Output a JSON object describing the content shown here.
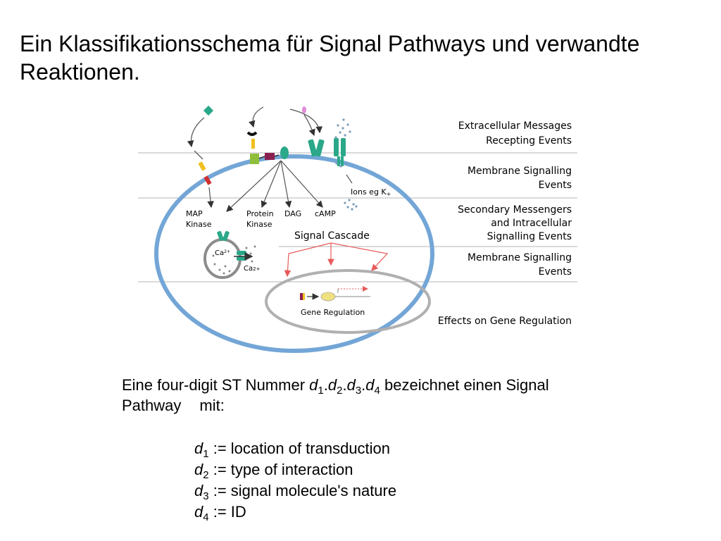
{
  "title": "Ein Klassifikationsschema für Signal Pathways und verwandte Reaktionen.",
  "diagram": {
    "levels": [
      [
        "Extracellular Messages",
        "Recepting Events"
      ],
      [
        "Membrane Signalling",
        "Events"
      ],
      [
        "Secondary Messengers",
        "and Intracellular",
        "Signalling Events"
      ],
      [
        "Membrane Signalling",
        "Events"
      ],
      [
        "Effects on Gene Regulation"
      ]
    ],
    "labels": {
      "map_kinase": [
        "MAP",
        "Kinase"
      ],
      "protein_kinase": [
        "Protein",
        "Kinase"
      ],
      "dag": "DAG",
      "camp": "cAMP",
      "ions": "Ions eg K",
      "ions_sup": "+",
      "signal_cascade": "Signal Cascade",
      "gene_regulation": "Gene Regulation",
      "ca_inside": "Ca",
      "ca_inside_sup": "2+",
      "ca_outside": "Ca",
      "ca_outside_sup": "2+"
    },
    "colors": {
      "membrane": "#73a6d6",
      "receptor": "#2aa889",
      "arrow_red": "#e85a5a",
      "nucleus": "#b0b0b0",
      "yellow": "#f0e080"
    }
  },
  "description": {
    "prefix": "Eine four-digit ST Nummer ",
    "d": "d",
    "i1": "1",
    "i2": "2",
    "i3": "3",
    "i4": "4",
    "dot": ".",
    "suffix": " bezeichnet einen Signal",
    "line2a": "Pathway",
    "line2b": "mit:"
  },
  "definitions": [
    {
      "var": "d",
      "idx": "1",
      "text": " := location of transduction"
    },
    {
      "var": "d",
      "idx": "2",
      "text": " := type of interaction"
    },
    {
      "var": "d",
      "idx": "3",
      "text": " := signal molecule's nature"
    },
    {
      "var": "d",
      "idx": "4",
      "text": " := ID"
    }
  ]
}
